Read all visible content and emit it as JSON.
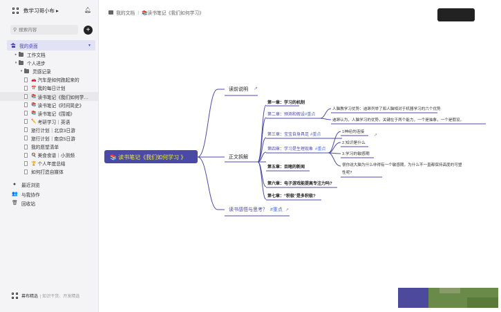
{
  "workspace": {
    "name": "数学习哥小布 ▸"
  },
  "search": {
    "placeholder": "搜索内容"
  },
  "sidebar": {
    "home_label": "我的桌面",
    "tree": [
      {
        "label": "工作文档",
        "type": "folder",
        "depth": 1,
        "caret": "▸"
      },
      {
        "label": "个人进步",
        "type": "folder",
        "depth": 1,
        "caret": "▾"
      },
      {
        "label": "灵感记录",
        "type": "folder",
        "depth": 2,
        "caret": "▾"
      },
      {
        "label": "汽车是如何跑起来的",
        "type": "doc",
        "depth": 3,
        "emoji": "🚗"
      },
      {
        "label": "我的每日计划",
        "type": "doc",
        "depth": 3,
        "emoji": "📅"
      },
      {
        "label": "读书笔记《我们如何学…",
        "type": "doc",
        "depth": 3,
        "emoji": "📚",
        "selected": true
      },
      {
        "label": "读书笔记《时间简史》",
        "type": "doc",
        "depth": 3,
        "emoji": "📚"
      },
      {
        "label": "读书笔记《围城》",
        "type": "doc",
        "depth": 3,
        "emoji": "📚"
      },
      {
        "label": "考研学习｜英语",
        "type": "doc",
        "depth": 3,
        "emoji": "✏️"
      },
      {
        "label": "旅行计划｜北京3日游",
        "type": "doc",
        "depth": 3
      },
      {
        "label": "旅行计划｜南京5日游",
        "type": "doc",
        "depth": 3
      },
      {
        "label": "我的愿望清单",
        "type": "doc",
        "depth": 3
      },
      {
        "label": "美食食谱｜小测频",
        "type": "doc",
        "depth": 3,
        "emoji": "🍳"
      },
      {
        "label": "个人年度总结",
        "type": "doc",
        "depth": 3,
        "emoji": "🏆"
      },
      {
        "label": "如何打造自媒体",
        "type": "doc",
        "depth": 3
      }
    ],
    "extra": [
      {
        "label": "最近浏览",
        "icon": "clock-icon",
        "glyph": "●"
      },
      {
        "label": "与我协作",
        "icon": "people-icon",
        "glyph": "👥"
      },
      {
        "label": "回收站",
        "icon": "trash-icon",
        "glyph": "🗑"
      }
    ],
    "bottom": {
      "label": "幕布精选",
      "muted": "| 知识干货、开发精选"
    }
  },
  "breadcrumb": {
    "root": "我的文档",
    "current": "📚读书笔记《我们如何学习》"
  },
  "topbar": {
    "button": ""
  },
  "mindmap": {
    "root": "📚 读书笔记《我们如何学习 》",
    "tag": "#重点",
    "branches": {
      "pre": "读前说明",
      "main": "正文拆解",
      "reflect": "读书感悟与思考？",
      "reflect_tag": "#重点"
    },
    "chapters": {
      "c1": "第一章：学习的机制",
      "c2": "第二章：预测和假设",
      "c3": "第三章：宝宝自身具足",
      "c4": "第四章：学习是生理现象",
      "c5": "第五章：目睹的新闻",
      "c6": "第六章：电子游戏能提高专注力吗?",
      "c7": "第七章：“积极”是多积极?"
    },
    "notes": {
      "n1": "人脑教学习优势：迪昂列举了和人脑相对于机器学习的六个优势",
      "n2": "迪昂认为，人脑学习的优势，关键在于两个能力，一个是抽象，一个是假设。",
      "s1": "1神经的连接",
      "s2": "2.知识是什么",
      "s3": "3.学习的敏感期",
      "s4a": "很你说大脑为什么非得有一个敏感期，为什么不一直都保持高度的可塑",
      "s4b": "性呢?"
    }
  },
  "colors": {
    "accent": "#4a4ab8",
    "tag": "#4a6fd8",
    "root_bg": "#4b49a6",
    "line": "#4b49a6"
  }
}
